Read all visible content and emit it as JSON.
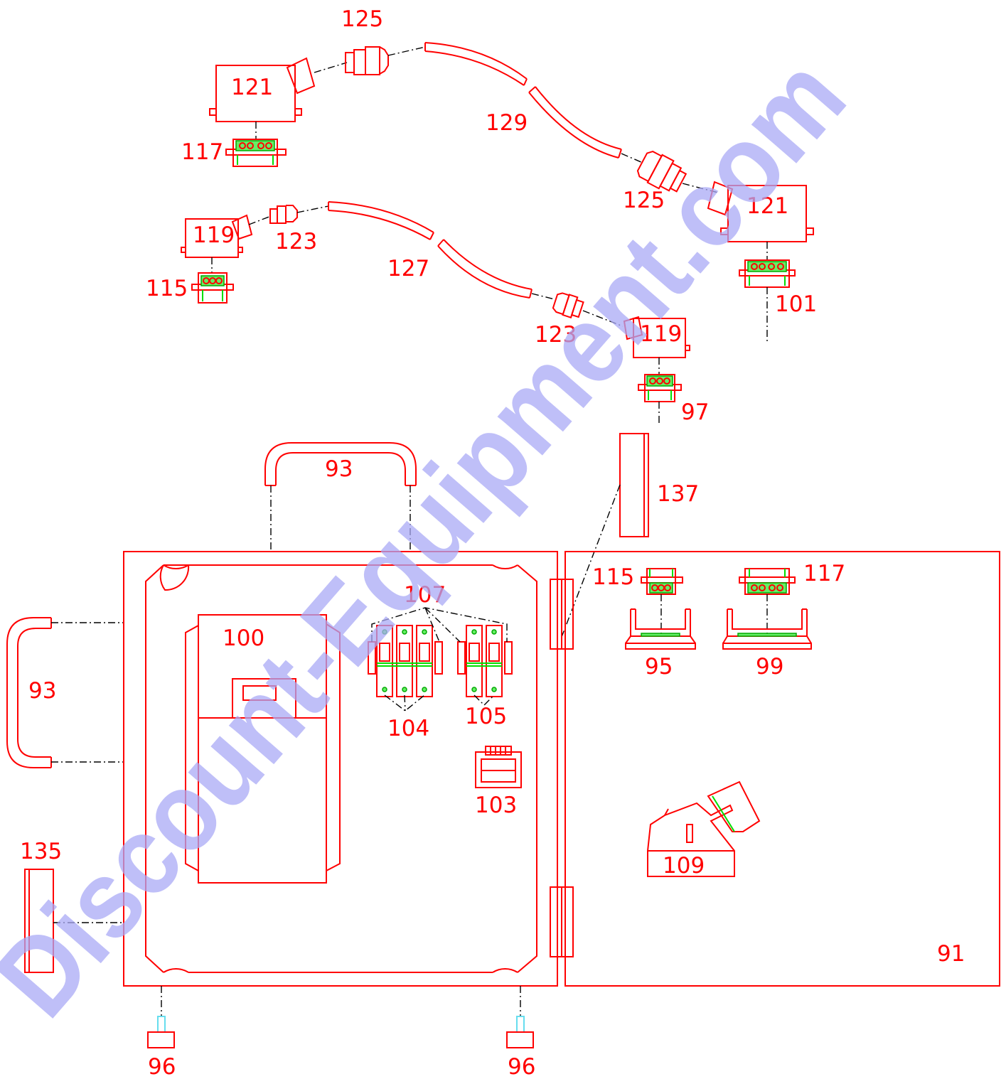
{
  "watermark": "Discount-Equipment.com",
  "colors": {
    "line": "#ff0000",
    "accent": "#00dd00",
    "leader": "#000000",
    "watermark": "#aaaaf5"
  },
  "labels": {
    "l125a": "125",
    "l121a": "121",
    "l117a": "117",
    "l129": "129",
    "l125b": "125",
    "l121b": "121",
    "l119a": "119",
    "l123a": "123",
    "l127": "127",
    "l115a": "115",
    "l101": "101",
    "l123b": "123",
    "l119b": "119",
    "l97": "97",
    "l93a": "93",
    "l137": "137",
    "l115b": "115",
    "l117b": "117",
    "l107": "107",
    "l100": "100",
    "l95": "95",
    "l99": "99",
    "l93b": "93",
    "l104": "104",
    "l105": "105",
    "l103": "103",
    "l135": "135",
    "l109": "109",
    "l91": "91",
    "l96a": "96",
    "l96b": "96"
  }
}
